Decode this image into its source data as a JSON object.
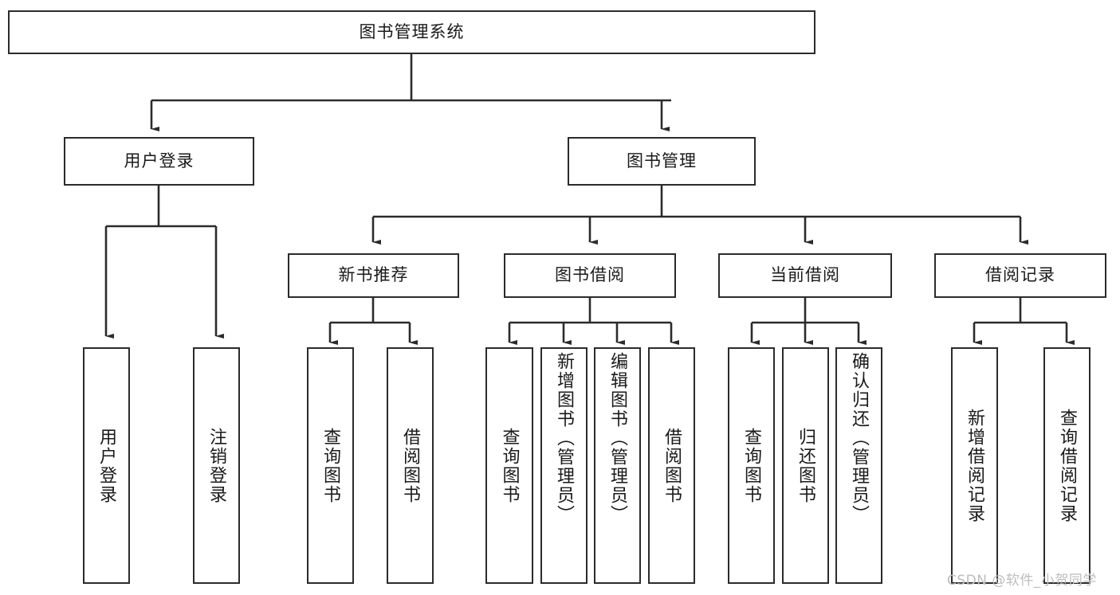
{
  "diagram": {
    "type": "tree",
    "title": "图书管理系统",
    "watermark": "CSDN @软件_小贺同学",
    "colors": {
      "stroke": "#2b2b2b",
      "fill": "#ffffff",
      "text": "#1a1a1a",
      "watermark": "#bdbdbd"
    },
    "nodes": {
      "root": "图书管理系统",
      "l2_user_login": "用户登录",
      "l2_book_manage": "图书管理",
      "l3_new_book_rec": "新书推荐",
      "l3_book_borrow": "图书借阅",
      "l3_current_borrow": "当前借阅",
      "l3_borrow_record": "借阅记录",
      "leaf_user_login": "用户登录",
      "leaf_logout": "注销登录",
      "leaf_query_book_1": "查询图书",
      "leaf_borrow_book_1": "借阅图书",
      "leaf_query_book_2": "查询图书",
      "leaf_add_book_admin": "新增图书（管理员）",
      "leaf_edit_book_admin": "编辑图书（管理员）",
      "leaf_borrow_book_2": "借阅图书",
      "leaf_query_book_3": "查询图书",
      "leaf_return_book": "归还图书",
      "leaf_confirm_return_admin": "确认归还（管理员）",
      "leaf_add_record": "新增借阅记录",
      "leaf_query_record": "查询借阅记录"
    },
    "edges": [
      {
        "from": "root",
        "to": "l2_user_login"
      },
      {
        "from": "root",
        "to": "l2_book_manage"
      },
      {
        "from": "l2_user_login",
        "to": "leaf_user_login"
      },
      {
        "from": "l2_user_login",
        "to": "leaf_logout"
      },
      {
        "from": "l2_book_manage",
        "to": "l3_new_book_rec"
      },
      {
        "from": "l2_book_manage",
        "to": "l3_book_borrow"
      },
      {
        "from": "l2_book_manage",
        "to": "l3_current_borrow"
      },
      {
        "from": "l2_book_manage",
        "to": "l3_borrow_record"
      },
      {
        "from": "l3_new_book_rec",
        "to": "leaf_query_book_1"
      },
      {
        "from": "l3_new_book_rec",
        "to": "leaf_borrow_book_1"
      },
      {
        "from": "l3_book_borrow",
        "to": "leaf_query_book_2"
      },
      {
        "from": "l3_book_borrow",
        "to": "leaf_add_book_admin"
      },
      {
        "from": "l3_book_borrow",
        "to": "leaf_edit_book_admin"
      },
      {
        "from": "l3_book_borrow",
        "to": "leaf_borrow_book_2"
      },
      {
        "from": "l3_current_borrow",
        "to": "leaf_query_book_3"
      },
      {
        "from": "l3_current_borrow",
        "to": "leaf_return_book"
      },
      {
        "from": "l3_current_borrow",
        "to": "leaf_confirm_return_admin"
      },
      {
        "from": "l3_borrow_record",
        "to": "leaf_add_record"
      },
      {
        "from": "l3_borrow_record",
        "to": "leaf_query_record"
      }
    ]
  }
}
